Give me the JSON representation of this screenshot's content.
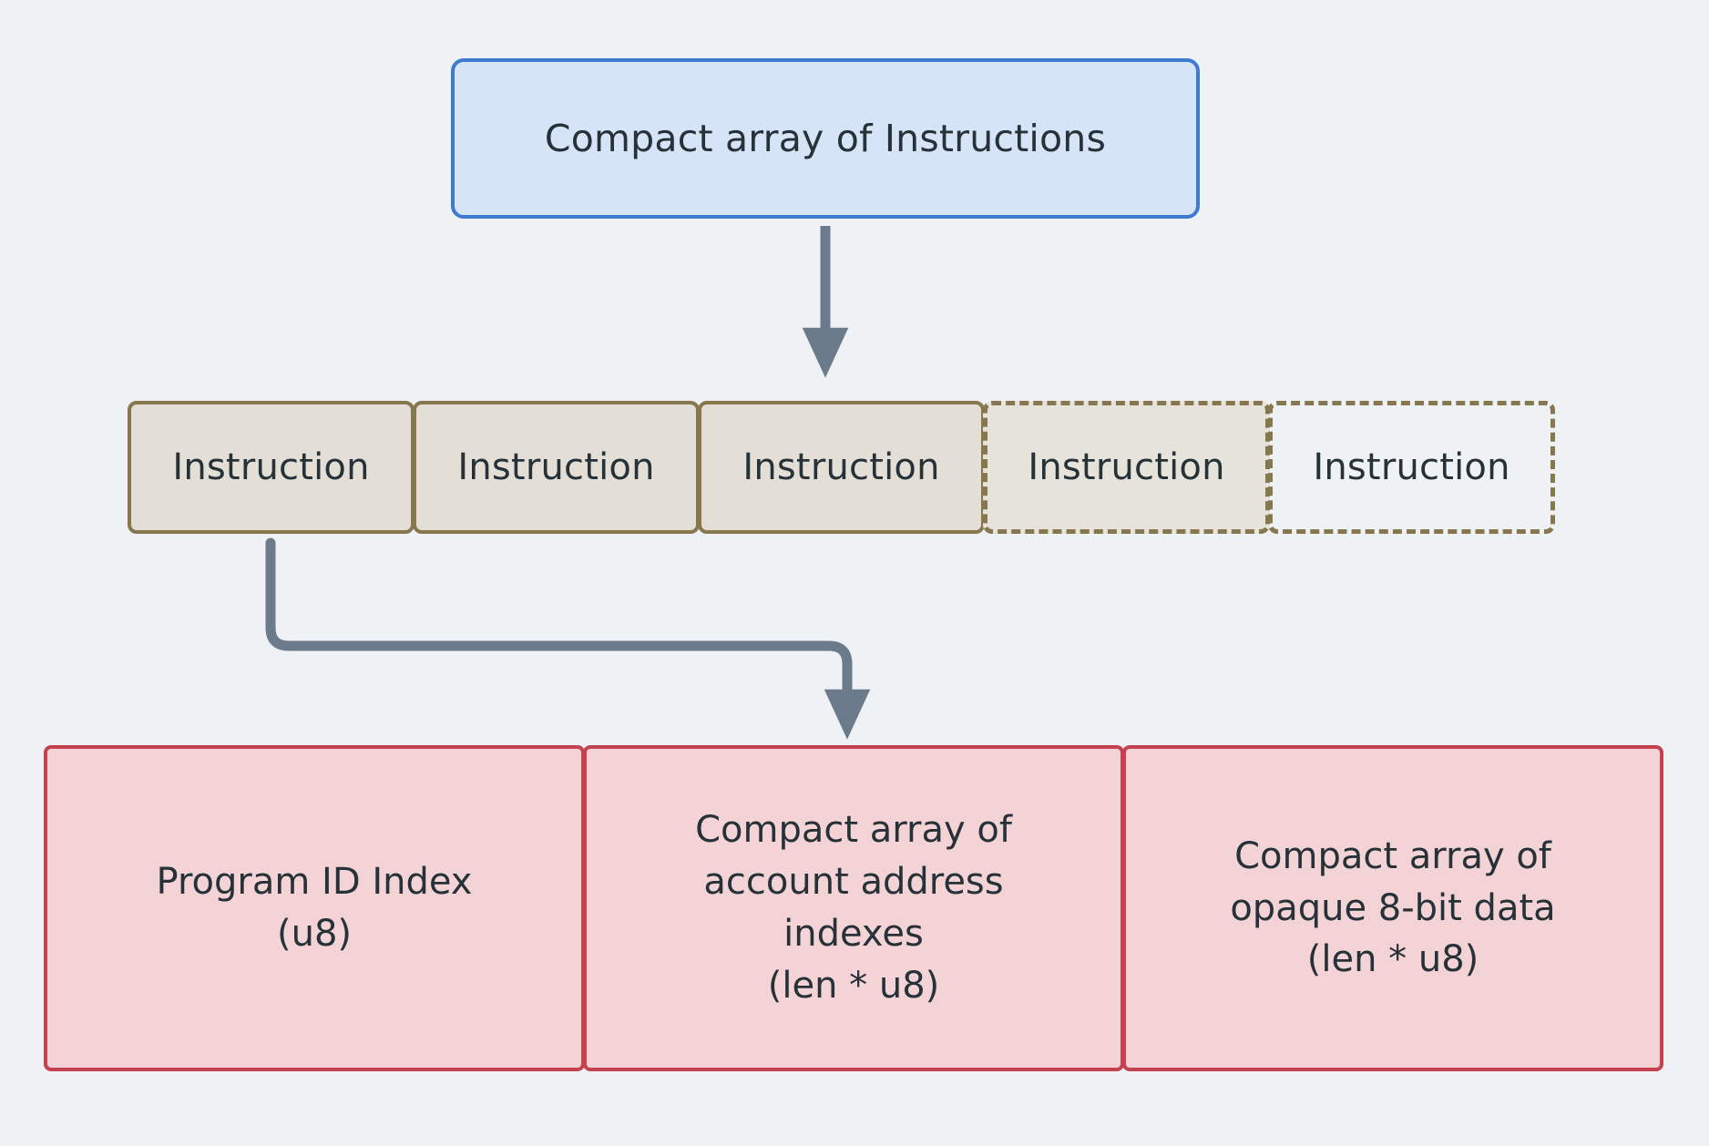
{
  "diagram": {
    "title": "Compact array of Instructions",
    "background_color": "#eef2f5",
    "top_node": {
      "label": "Compact array of Instructions",
      "fill": "#d6e4f7",
      "stroke": "#3f7ad1"
    },
    "instruction_row": {
      "fill": "#e3dfd7",
      "stroke": "#87774f",
      "items": [
        {
          "label": "Instruction",
          "style": "solid"
        },
        {
          "label": "Instruction",
          "style": "solid"
        },
        {
          "label": "Instruction",
          "style": "solid"
        },
        {
          "label": "Instruction",
          "style": "dashed"
        },
        {
          "label": "Instruction",
          "style": "dashed-empty"
        }
      ]
    },
    "instruction_detail_row": {
      "fill": "#f4d3d7",
      "stroke": "#c44250",
      "cells": [
        {
          "label": "Program ID Index\n(u8)"
        },
        {
          "label": "Compact array of\naccount address\nindexes\n(len * u8)"
        },
        {
          "label": "Compact array of\nopaque 8-bit data\n(len * u8)"
        }
      ]
    },
    "arrows": {
      "color": "#6c7b8b",
      "top_to_row": "straight-down-arrow",
      "row_to_detail": "elbow-down-right-down-arrow"
    }
  }
}
